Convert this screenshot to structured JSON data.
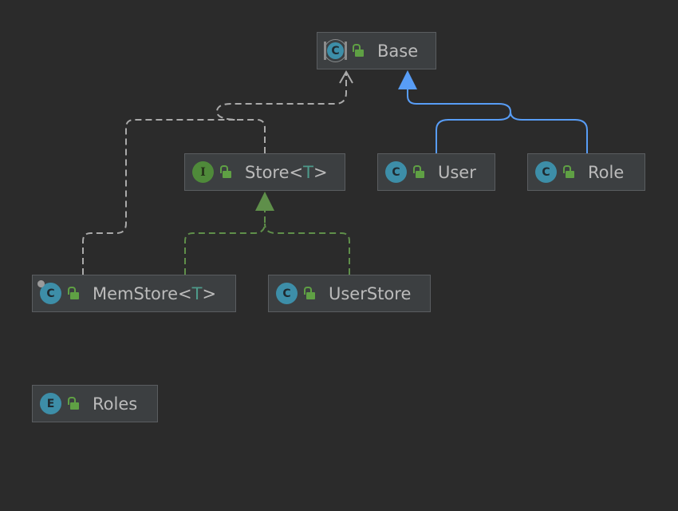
{
  "diagram": {
    "nodes": [
      {
        "id": "base",
        "kind": "abstract-class",
        "icon_letter": "C",
        "visibility_icon": "lock-open-icon",
        "label": "Base"
      },
      {
        "id": "store",
        "kind": "interface",
        "icon_letter": "I",
        "visibility_icon": "lock-open-icon",
        "label": "Store",
        "type_param": "T"
      },
      {
        "id": "user",
        "kind": "class",
        "icon_letter": "C",
        "visibility_icon": "lock-open-icon",
        "label": "User"
      },
      {
        "id": "role",
        "kind": "class",
        "icon_letter": "C",
        "visibility_icon": "lock-open-icon",
        "label": "Role"
      },
      {
        "id": "memstore",
        "kind": "class",
        "icon_letter": "C",
        "visibility_icon": "lock-open-icon",
        "label": "MemStore",
        "type_param": "T"
      },
      {
        "id": "userstore",
        "kind": "class",
        "icon_letter": "C",
        "visibility_icon": "lock-open-icon",
        "label": "UserStore"
      },
      {
        "id": "roles",
        "kind": "enum",
        "icon_letter": "E",
        "visibility_icon": "lock-open-icon",
        "label": "Roles"
      }
    ],
    "edges": [
      {
        "from": "user",
        "to": "base",
        "type": "extends",
        "color": "#589df6"
      },
      {
        "from": "role",
        "to": "base",
        "type": "extends",
        "color": "#589df6"
      },
      {
        "from": "store",
        "to": "base",
        "type": "dependency",
        "color": "#aaaaaa"
      },
      {
        "from": "memstore",
        "to": "base",
        "type": "dependency",
        "color": "#aaaaaa"
      },
      {
        "from": "memstore",
        "to": "store",
        "type": "implements",
        "color": "#5f8f4a"
      },
      {
        "from": "userstore",
        "to": "store",
        "type": "implements",
        "color": "#5f8f4a"
      }
    ],
    "type_param_brackets": {
      "open": "<",
      "close": ">"
    }
  }
}
